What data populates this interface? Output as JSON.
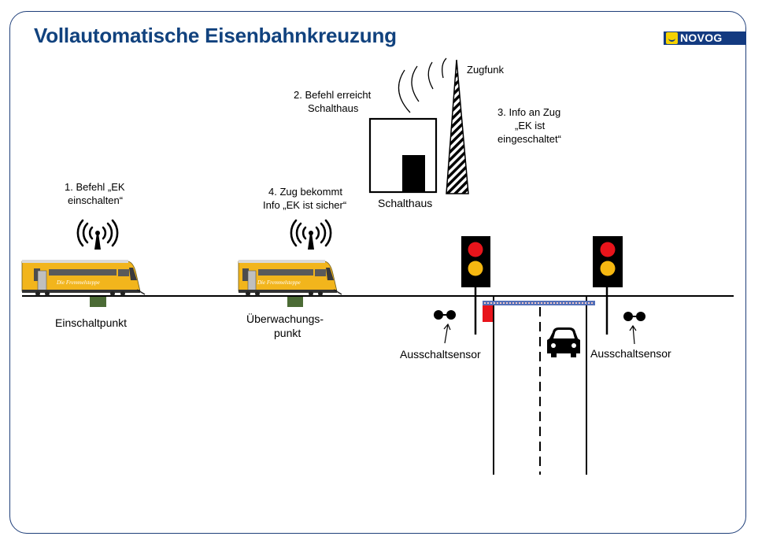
{
  "title": "Vollautomatische Eisenbahnkreuzung",
  "logo": {
    "text": "NOVOG"
  },
  "labels": {
    "zugfunk": "Zugfunk",
    "step2_line1": "2. Befehl erreicht",
    "step2_line2": "Schalthaus",
    "step3_line1": "3. Info an Zug",
    "step3_line2": "„EK ist",
    "step3_line3": "eingeschaltet“",
    "schalthaus": "Schalthaus",
    "step1_line1": "1. Befehl „EK",
    "step1_line2": "einschalten“",
    "step4_line1": "4. Zug bekommt",
    "step4_line2": "Info „EK ist sicher“",
    "einschaltpunkt": "Einschaltpunkt",
    "ueberwachung_line1": "Überwachungs-",
    "ueberwachung_line2": "punkt",
    "ausschaltsensor_left": "Ausschaltsensor",
    "ausschaltsensor_right": "Ausschaltsensor",
    "train_livery_1": "Die Fremmelsteppe",
    "train_livery_2": "Die Fremmelsteppe"
  },
  "colors": {
    "title": "#11427e",
    "frame": "#1f3f7a",
    "train_yellow": "#f2b51c",
    "signal_red": "#e8141b",
    "signal_amber": "#f6b811",
    "sensor_green": "#4b6b35",
    "barrier_blue": "#5470b8"
  },
  "icons": [
    "radio-antenna-icon",
    "car-icon",
    "traffic-light-icon",
    "radio-tower-icon",
    "sensor-icon"
  ]
}
